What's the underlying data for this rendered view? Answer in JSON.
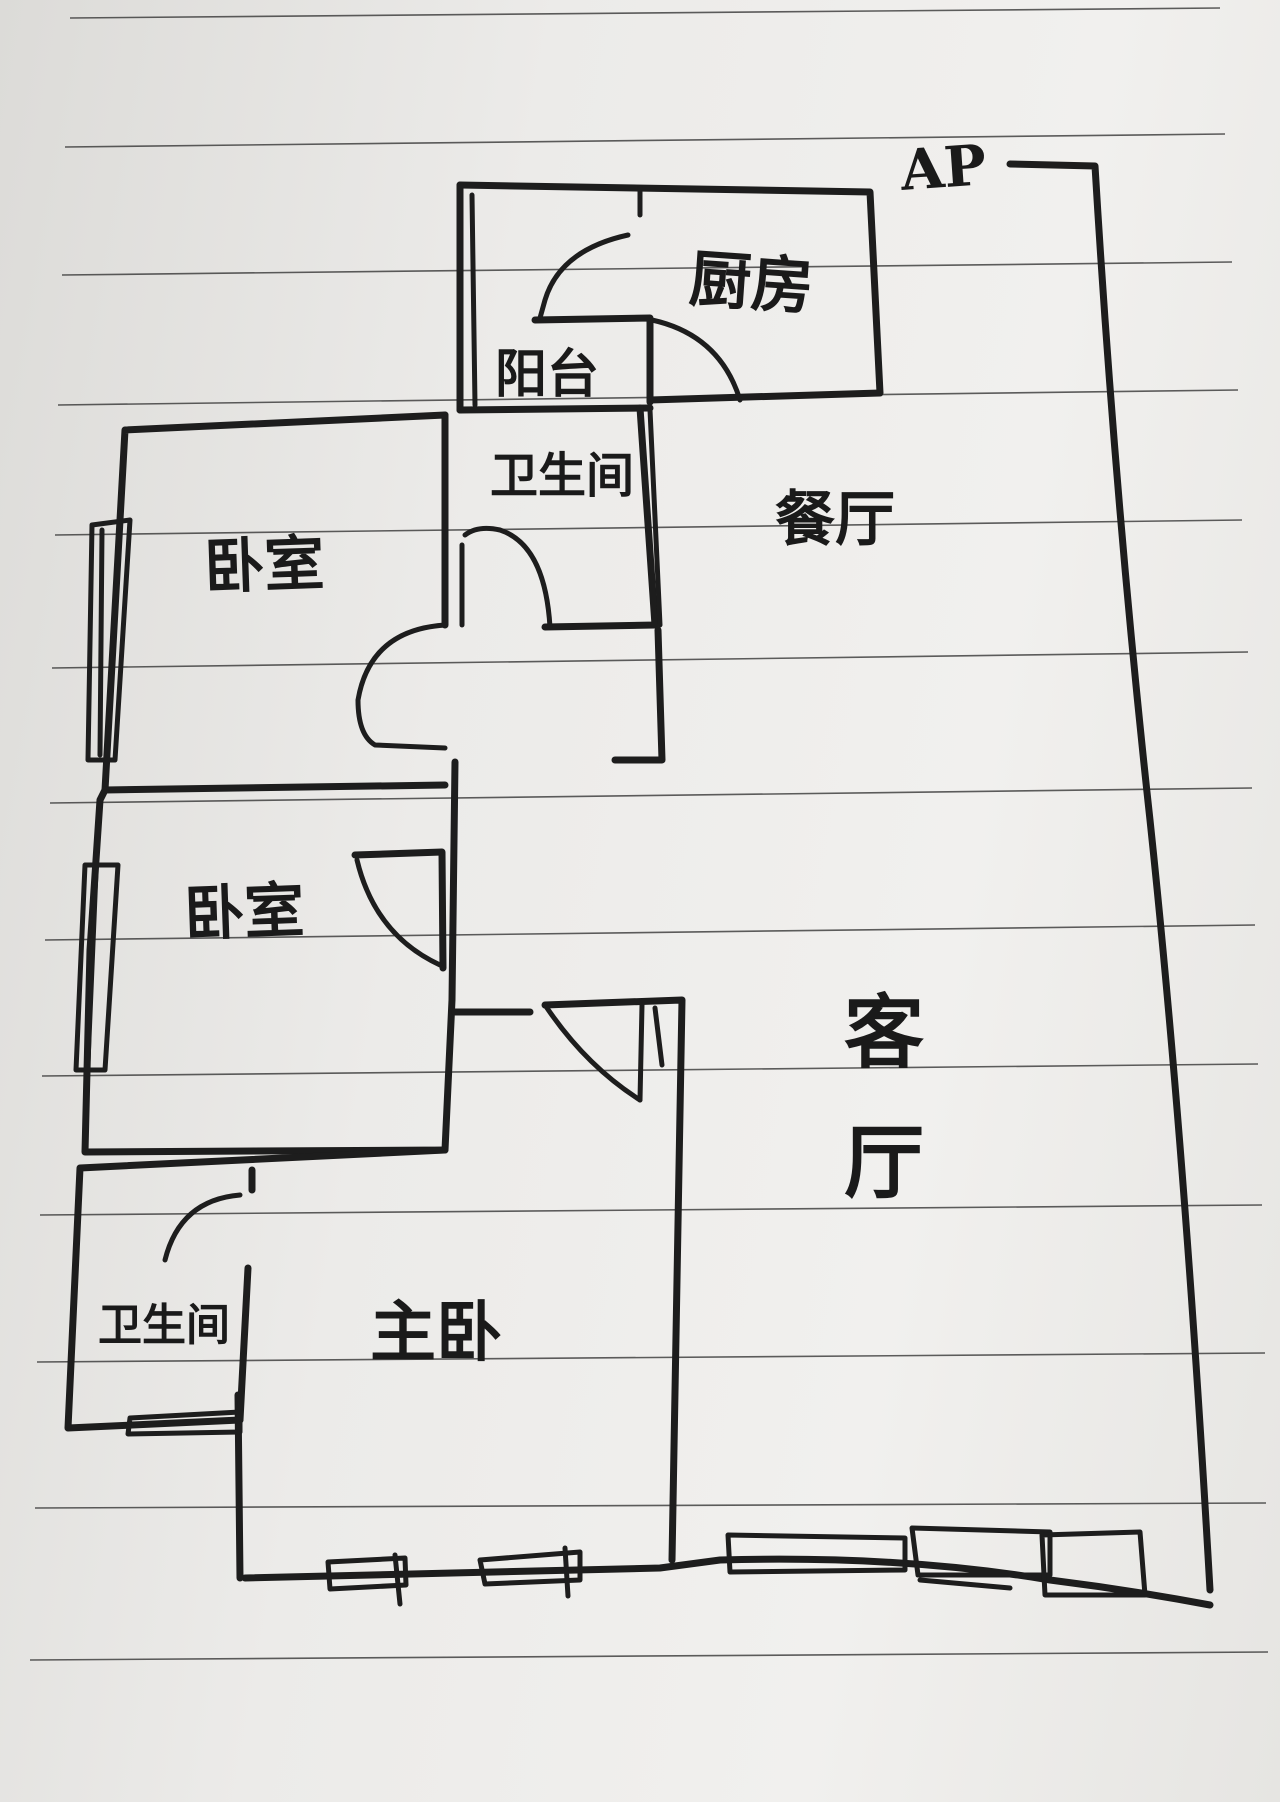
{
  "labels": {
    "kitchen": "厨房",
    "balcony": "阳台",
    "bathroom_top": "卫生间",
    "dining": "餐厅",
    "bedroom_1": "卧室",
    "bedroom_2": "卧室",
    "master_bedroom": "主卧",
    "bathroom_master": "卫生间",
    "living_room": "客厅",
    "ac": "AP"
  }
}
